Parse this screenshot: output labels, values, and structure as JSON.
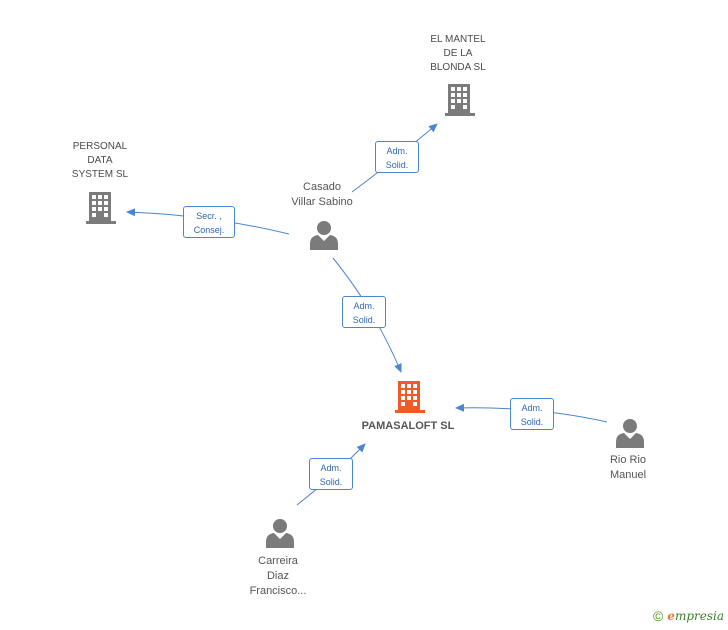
{
  "nodes": {
    "el_mantel": {
      "lines": [
        "EL MANTEL",
        "DE LA",
        "BLONDA SL"
      ]
    },
    "personal_data": {
      "lines": [
        "PERSONAL",
        "DATA",
        "SYSTEM SL"
      ]
    },
    "casado": {
      "lines": [
        "Casado",
        "Villar Sabino"
      ]
    },
    "pamasaloft": {
      "lines": [
        "PAMASALOFT SL"
      ]
    },
    "rio_rio": {
      "lines": [
        "Rio Rio",
        "Manuel"
      ]
    },
    "carreira": {
      "lines": [
        "Carreira",
        "Diaz",
        "Francisco..."
      ]
    }
  },
  "edges": {
    "casado_to_mantel": {
      "lines": [
        "Adm.",
        "Solid."
      ]
    },
    "casado_to_personal": {
      "lines": [
        "Secr. ,",
        "Consej."
      ]
    },
    "casado_to_pamasaloft": {
      "lines": [
        "Adm.",
        "Solid."
      ]
    },
    "rio_to_pamasaloft": {
      "lines": [
        "Adm.",
        "Solid."
      ]
    },
    "carreira_to_pamasaloft": {
      "lines": [
        "Adm.",
        "Solid."
      ]
    }
  },
  "colors": {
    "edge": "#4a86d1",
    "company_icon": "#7b7b7b",
    "focus_company_icon": "#f05a28",
    "person_icon": "#7b7b7b"
  },
  "footer": {
    "copyright": "©",
    "brand_initial": "e",
    "brand_rest": "mpresia"
  }
}
